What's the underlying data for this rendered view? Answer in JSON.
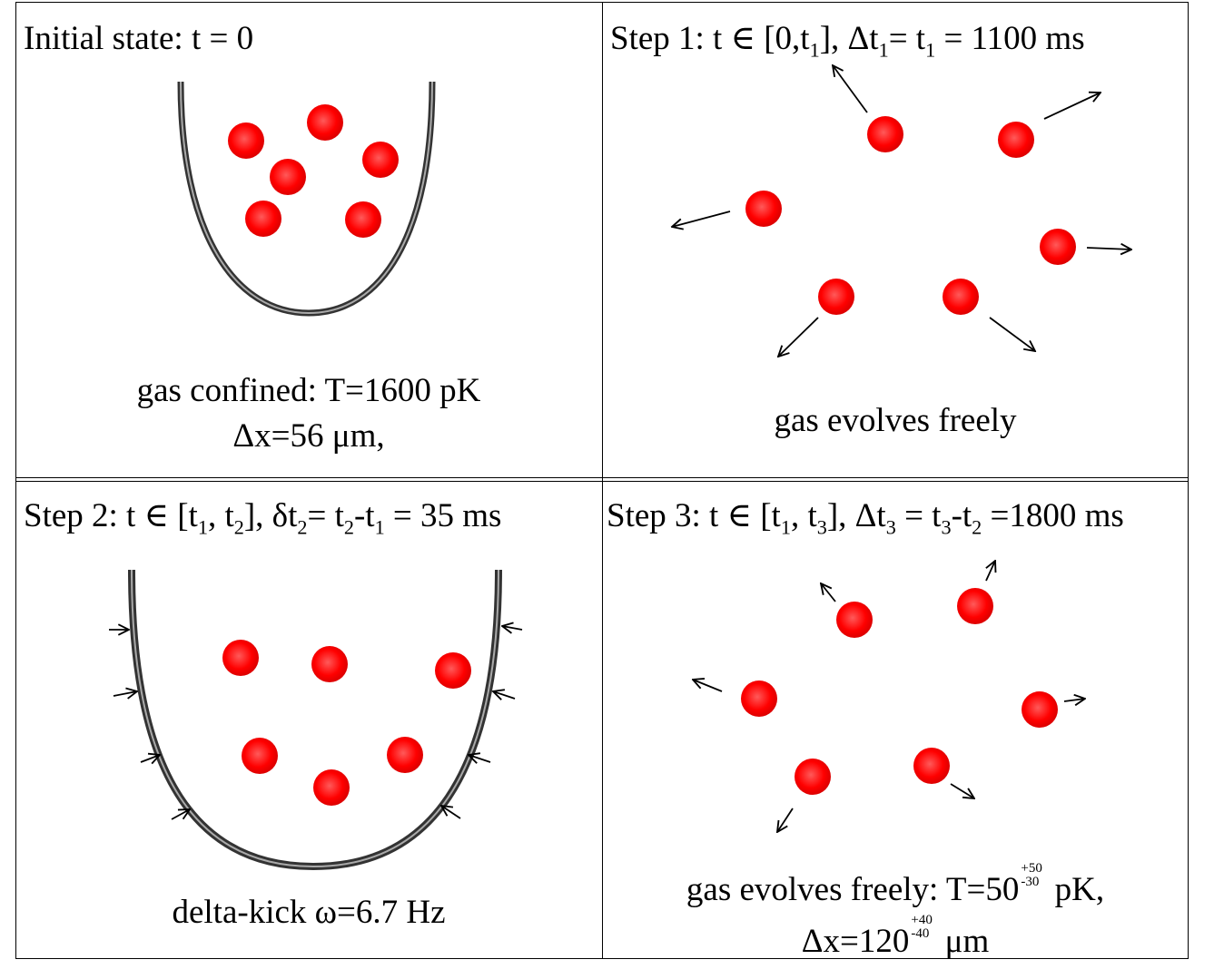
{
  "panels": {
    "initial": {
      "title": "Initial state: t = 0",
      "caption_line1": "gas confined: T=1600 pK",
      "caption_line2": "Δx=56 μm,"
    },
    "step1": {
      "title_prefix": "Step 1: t ∈ [0,t",
      "sub1": "1",
      "mid1": "], Δt",
      "sub2": "1",
      "mid2": "= t",
      "sub3": "1",
      "suffix": " = 1100 ms",
      "caption": "gas evolves freely"
    },
    "step2": {
      "title_prefix": "Step 2: t ∈ [t",
      "sub1": "1",
      "mid1": ", t",
      "sub2": "2",
      "mid2": "], δt",
      "sub3": "2",
      "mid3": "= t",
      "sub4": "2",
      "mid4": "-t",
      "sub5": "1",
      "suffix": " = 35 ms",
      "caption": "delta-kick ω=6.7 Hz"
    },
    "step3": {
      "title_prefix": "Step 3: t ∈ [t",
      "sub1": "1",
      "mid1": ", t",
      "sub2": "3",
      "mid2": "], Δt",
      "sub3": "3",
      "mid3": " = t",
      "sub4": "3",
      "mid4": "-t",
      "sub5": "2",
      "suffix": " =1800 ms",
      "caption_l1_prefix": "gas evolves freely: T=50",
      "caption_l1_up": "+50",
      "caption_l1_dn": "-30",
      "caption_l1_suffix": " pK,",
      "caption_l2_prefix": "Δx=120",
      "caption_l2_up": "+40",
      "caption_l2_dn": "-40",
      "caption_l2_suffix": " μm"
    }
  },
  "colors": {
    "atom": "#ff0000",
    "atom_dark": "#cc0000",
    "trap": "#555555",
    "arrow": "#000000"
  }
}
